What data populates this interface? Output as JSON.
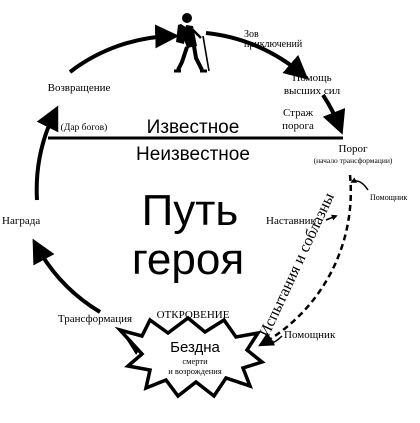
{
  "title": {
    "line1": "Путь",
    "line2": "героя"
  },
  "regions": {
    "known": "Известное",
    "unknown": "Неизвестное"
  },
  "stages": {
    "call": {
      "line1": "Зов",
      "line2": "приключений"
    },
    "help": {
      "line1": "Помощь",
      "line2": "высших сил"
    },
    "guardian": {
      "line1": "Страж",
      "line2": "порога"
    },
    "threshold": "Порог",
    "threshold_note": "(начало трансформации)",
    "helper_top": "Помощник",
    "mentor": "Наставник",
    "trials": "Испытания и соблазны",
    "helper_bottom": "Помощник",
    "revelation": "ОТКРОВЕНИЕ",
    "abyss": {
      "line1": "Бездна",
      "line2": "смерти",
      "line3": "и возрождения"
    },
    "transformation": "Трансформация",
    "reward": "Награда",
    "return": "Возвращение",
    "gift": "(Дар богов)"
  },
  "icons": {
    "hiker": "hiker-icon",
    "burst": "abyss-burst-icon"
  },
  "colors": {
    "ink": "#000000",
    "background": "#ffffff"
  }
}
